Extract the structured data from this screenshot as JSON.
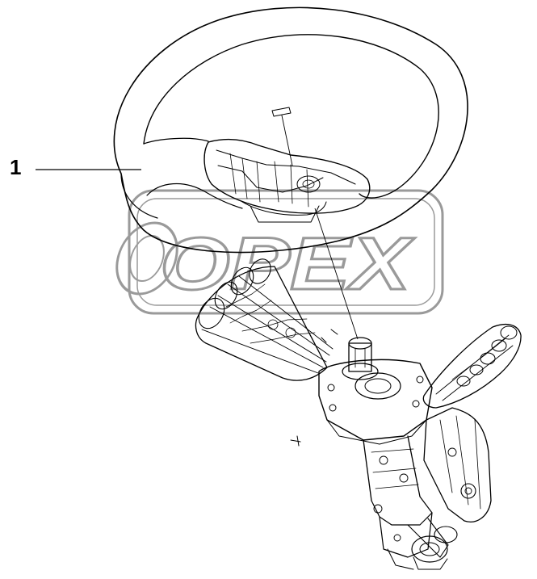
{
  "callout": {
    "number": "1"
  },
  "watermark": {
    "text": "OPEX"
  },
  "colors": {
    "line": "#000000",
    "watermark": "#9a9a9a",
    "background": "#ffffff"
  },
  "parts": [
    {
      "id": "1",
      "name": "steering-wheel"
    }
  ]
}
